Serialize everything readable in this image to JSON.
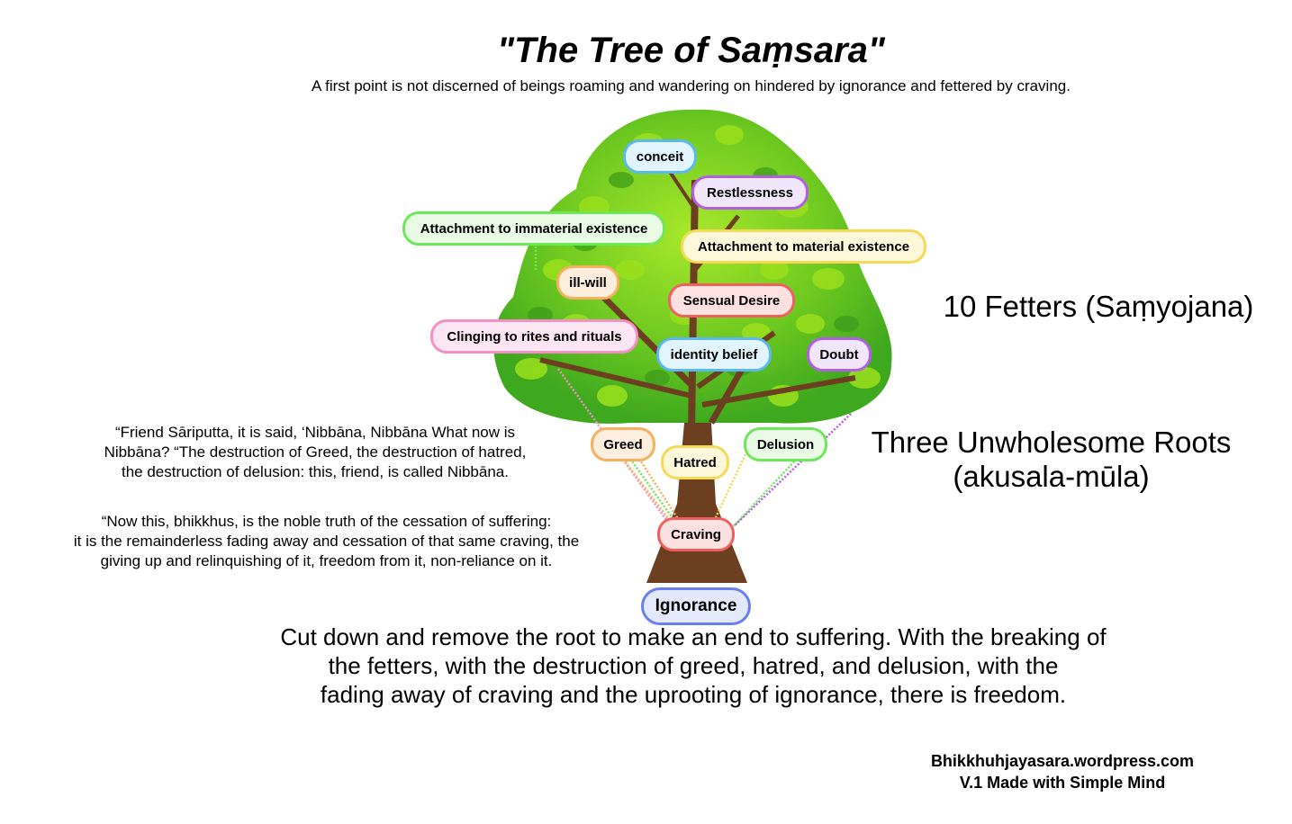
{
  "header": {
    "title": "\"The Tree of Saṃsara\"",
    "subtitle": "A first point is not discerned of beings roaming and wandering on hindered by ignorance and fettered by craving."
  },
  "fetters": {
    "label": "10 Fetters (Saṃyojana)",
    "items": [
      {
        "label": "conceit",
        "color": "#5bb8f0",
        "fill": "#e2f4fd"
      },
      {
        "label": "Restlessness",
        "color": "#b25ee6",
        "fill": "#f2e6fb"
      },
      {
        "label": "Attachment to immaterial existence",
        "color": "#6ee85a",
        "fill": "#e9fbe5"
      },
      {
        "label": "Attachment to material existence",
        "color": "#f5d957",
        "fill": "#fdf8da"
      },
      {
        "label": "ill-will",
        "color": "#f5b060",
        "fill": "#fdeedd"
      },
      {
        "label": "Sensual Desire",
        "color": "#f06060",
        "fill": "#fde0e0"
      },
      {
        "label": "Clinging to rites and rituals",
        "color": "#f590c8",
        "fill": "#fde6f3"
      },
      {
        "label": "identity belief",
        "color": "#5bb8f0",
        "fill": "#e2f4fd"
      },
      {
        "label": "Doubt",
        "color": "#b25ee6",
        "fill": "#f2e6fb"
      }
    ]
  },
  "roots": {
    "label_line1": "Three Unwholesome Roots",
    "label_line2": "(akusala-mūla)",
    "items": [
      {
        "label": "Greed",
        "color": "#f5b060",
        "fill": "#fdeedd"
      },
      {
        "label": "Hatred",
        "color": "#f5d957",
        "fill": "#fdf8da"
      },
      {
        "label": "Delusion",
        "color": "#6ee85a",
        "fill": "#e9fbe5"
      }
    ]
  },
  "trunk": {
    "craving": {
      "label": "Craving",
      "color": "#f06060",
      "fill": "#fde0e0"
    },
    "ignorance": {
      "label": "Ignorance",
      "color": "#6a80ee",
      "fill": "#e3e8fb"
    }
  },
  "quotes": {
    "nibbana": [
      "“Friend Sāriputta, it is said, ‘Nibbāna, Nibbāna What now is",
      "Nibbāna? “The destruction of Greed, the destruction of hatred,",
      "the destruction of delusion: this, friend, is called Nibbāna."
    ],
    "cessation": [
      "“Now this, bhikkhus, is the noble truth of the cessation of suffering:",
      "it is the remainderless fading away and cessation of that same craving, the",
      "giving up and relinquishing of it, freedom from it, non-reliance on it."
    ]
  },
  "closing": [
    "Cut down and remove the root to make an end to suffering. With the breaking of",
    "the fetters, with the destruction of greed, hatred, and delusion, with the",
    "fading away of craving and the uprooting of ignorance, there is freedom."
  ],
  "credits": {
    "site": "Bhikkhuhjayasara.wordpress.com",
    "version": "V.1 Made with Simple Mind"
  },
  "colors": {
    "leaf_dark": "#3ea81e",
    "leaf_light": "#9be01c",
    "trunk": "#6b3f1f"
  }
}
